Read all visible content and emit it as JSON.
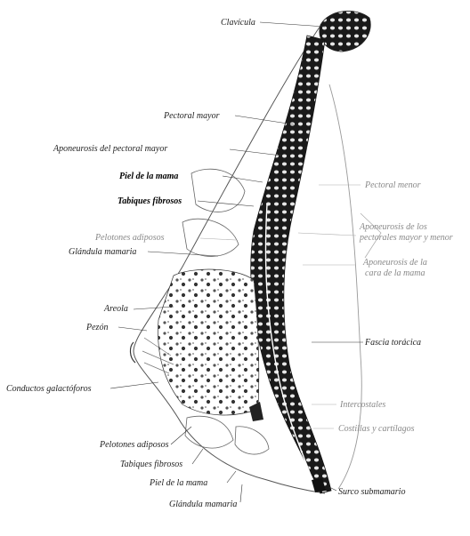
{
  "figure": {
    "labels": {
      "clavicula": "Clavícula",
      "pectoral_mayor": "Pectoral mayor",
      "aponeurosis": "Aponeurosis del pectoral mayor",
      "piel_mama_top": "Piel de la mama",
      "tabiques_fibrosos_top": "Tabiques fibrosos",
      "pelotones_top": "Pelotones adiposos",
      "glandula_top": "Glándula mamaria",
      "areola": "Areola",
      "pezon": "Pezón",
      "conductos": "Conductos galactóforos",
      "pelotones_bottom": "Pelotones adiposos",
      "tabiques_bottom": "Tabiques fibrosos",
      "piel_bottom": "Piel de la mama",
      "glandula_bottom": "Glándula mamaria",
      "right_1": "Pectoral menor",
      "right_2a": "Aponeurosis de los",
      "right_2b": "pectorales mayor y menor",
      "right_3a": "Aponeurosis de la",
      "right_3b": "cara de la mama",
      "right_4": "Fascia torácica",
      "right_5": "Intercostales",
      "right_6": "Costillas y cartílagos",
      "right_7": "Surco submamario"
    }
  }
}
